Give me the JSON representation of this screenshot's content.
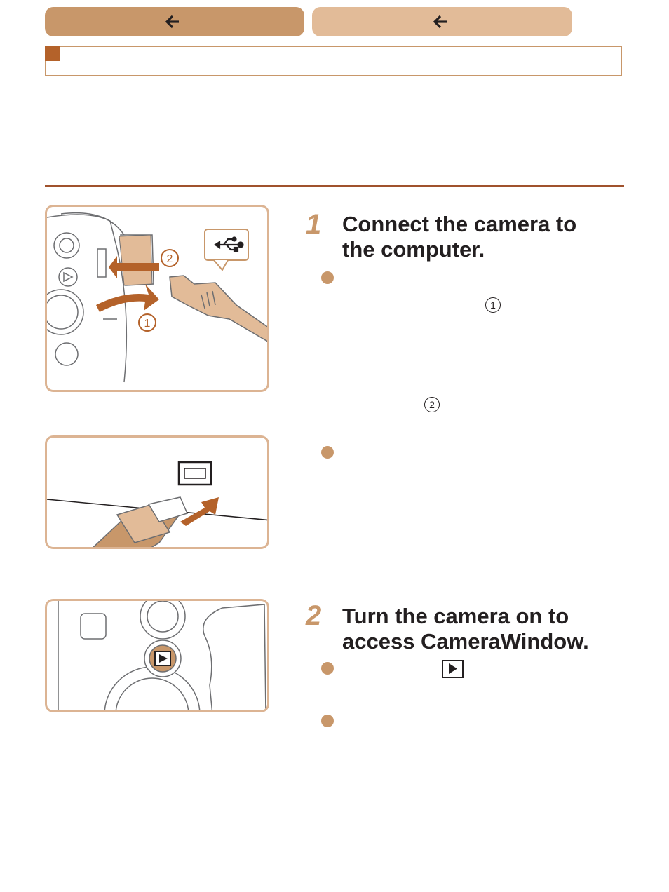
{
  "nav": {
    "tabs": [
      {
        "label": ""
      },
      {
        "label": ""
      }
    ]
  },
  "section": {
    "title": ""
  },
  "steps": [
    {
      "number": "1",
      "title_line1": "Connect the camera to",
      "title_line2": "the computer."
    },
    {
      "number": "2",
      "title_line1": "Turn the camera on to",
      "title_line2": "access CameraWindow."
    }
  ],
  "markers": {
    "circled_1": "1",
    "circled_2": "2"
  },
  "icons": {
    "tab_arrow": "arrow-left-icon",
    "usb": "usb-icon",
    "playback": "playback-button-icon",
    "bullet": "bullet-icon"
  },
  "colors": {
    "accent": "#c8976a",
    "accent_light": "#e2bb98",
    "accent_dark": "#b4622a",
    "frame": "#dcb493",
    "rule": "#a0522d"
  }
}
